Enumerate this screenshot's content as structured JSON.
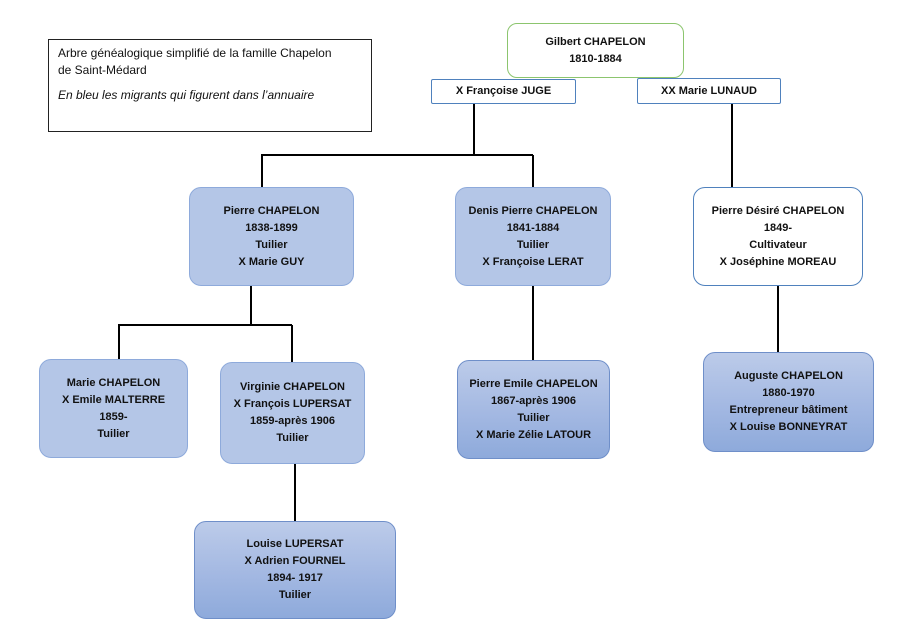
{
  "legend": {
    "title_line1": "Arbre généalogique simplifié de la famille Chapelon",
    "title_line2": "de Saint-Médard",
    "subtitle": "En bleu les migrants qui figurent dans l’annuaire"
  },
  "root": {
    "name": "Gilbert CHAPELON",
    "dates": "1810-1884"
  },
  "spouse1": {
    "label": "X Françoise JUGE"
  },
  "spouse2": {
    "label": "XX Marie LUNAUD"
  },
  "pierre": {
    "name": "Pierre CHAPELON",
    "dates": "1838-1899",
    "job": "Tuilier",
    "spouse": "X Marie GUY"
  },
  "denis": {
    "name": "Denis Pierre CHAPELON",
    "dates": "1841-1884",
    "job": "Tuilier",
    "spouse": "X Françoise LERAT"
  },
  "desire": {
    "name": "Pierre Désiré CHAPELON",
    "dates": "1849-",
    "job": "Cultivateur",
    "spouse": "X Joséphine MOREAU"
  },
  "marie": {
    "name": "Marie CHAPELON",
    "spouse": "X Emile MALTERRE",
    "dates": "1859-",
    "job": "Tuilier"
  },
  "virginie": {
    "name": "Virginie CHAPELON",
    "spouse": "X François LUPERSAT",
    "dates": "1859-après 1906",
    "job": "Tuilier"
  },
  "emile": {
    "name": "Pierre Emile CHAPELON",
    "dates": "1867-après 1906",
    "job": "Tuilier",
    "spouse": "X Marie Zélie LATOUR"
  },
  "auguste": {
    "name": "Auguste CHAPELON",
    "dates": "1880-1970",
    "job": "Entrepreneur bâtiment",
    "spouse": "X Louise BONNEYRAT"
  },
  "louise": {
    "name": "Louise LUPERSAT",
    "spouse": "X Adrien FOURNEL",
    "dates": "1894- 1917",
    "job": "Tuilier"
  },
  "colors": {
    "migrant_fill": "#a3b8e2",
    "migrant_border": "#6f8fc9",
    "root_border": "#8cc56e",
    "spouse_border": "#4f81bd",
    "connector": "#000000"
  }
}
